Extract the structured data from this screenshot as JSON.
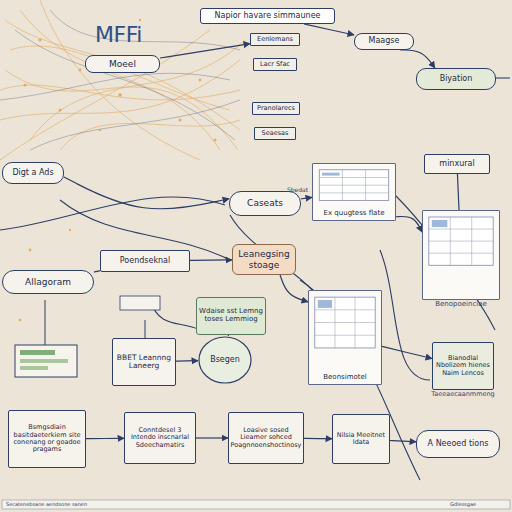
{
  "diagram": {
    "title": "MFFi",
    "nodes": [
      {
        "text": [
          "Napior havare simmaunee"
        ]
      },
      {
        "text": [
          "Moeel"
        ]
      },
      {
        "text": [
          "Eenlemans"
        ]
      },
      {
        "text": [
          "Lacr Sfac"
        ]
      },
      {
        "text": [
          "Pranolarecs"
        ]
      },
      {
        "text": [
          "Seaesas"
        ]
      },
      {
        "text": [
          "Maagse"
        ]
      },
      {
        "text": [
          "Biyation"
        ]
      },
      {
        "text": [
          "Digt a Ads"
        ]
      },
      {
        "text": [
          "minxural"
        ]
      },
      {
        "text": [
          "Ex quugtess flate"
        ]
      },
      {
        "text": [
          "Caseats"
        ]
      },
      {
        "text": [
          "Poendseknal"
        ]
      },
      {
        "text": [
          "Leanegsing stoage"
        ]
      },
      {
        "text": [
          "Allagoram"
        ]
      },
      {
        "text": [
          "Benopoeinciae"
        ]
      },
      {
        "text": [
          "Wdaise sst Lemng toses Lemmiog"
        ]
      },
      {
        "text": [
          "Beonsimotel"
        ]
      },
      {
        "text": [
          "BBET Leannng Laneerg"
        ]
      },
      {
        "text": [
          "Bsegen"
        ]
      },
      {
        "text": [
          "Bianodlal Nbolizem hienes Naim Lencos",
          "Taeeaecaanmmeng"
        ]
      },
      {
        "text": [
          "Bsmgsdiain basitdaeterkiem site conenang or goadoe pragams"
        ]
      },
      {
        "text": [
          "Conntdesel 3 Intendo inscnarlal Sdeechamatirs"
        ]
      },
      {
        "text": [
          "Loasive sosed Lieamer sohced Poagnnoenshoctinosy"
        ]
      },
      {
        "text": [
          "Nilsia Meeitnet Idata"
        ]
      },
      {
        "text": [
          "A Neeoed tions"
        ]
      }
    ],
    "edges": [
      {
        "from": 1,
        "to": 2,
        "arrow": "to"
      },
      {
        "from": 0,
        "to": 6,
        "arrow": "to"
      },
      {
        "from": 6,
        "to": 7,
        "arrow": "to"
      },
      {
        "from": 8,
        "to": 11,
        "arrow": "to"
      },
      {
        "from": 11,
        "to": 10,
        "arrow": "to"
      },
      {
        "from": 10,
        "to": 15,
        "arrow": "to"
      },
      {
        "from": 9,
        "to": 15,
        "arrow": "none"
      },
      {
        "from": 14,
        "to": 12,
        "arrow": "none"
      },
      {
        "from": 12,
        "to": 13,
        "arrow": "to"
      },
      {
        "from": 13,
        "to": 17,
        "arrow": "to"
      },
      {
        "from": 16,
        "to": 19,
        "arrow": "none"
      },
      {
        "from": 18,
        "to": 19,
        "arrow": "to"
      },
      {
        "from": 17,
        "to": 20,
        "arrow": "to"
      },
      {
        "from": 21,
        "to": 22,
        "arrow": "to"
      },
      {
        "from": 22,
        "to": 23,
        "arrow": "to"
      },
      {
        "from": 23,
        "to": 24,
        "arrow": "to"
      },
      {
        "from": 24,
        "to": 25,
        "arrow": "to"
      }
    ],
    "labels": [
      "Sbedat",
      "Secatenebsane aendsone sanen",
      "Gdlessgae"
    ]
  }
}
